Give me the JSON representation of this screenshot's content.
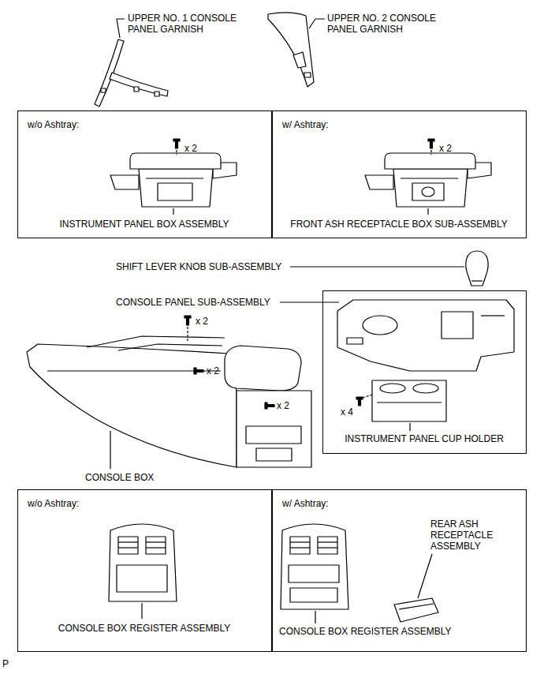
{
  "diagram": {
    "nodes": [
      {
        "text": [
          "w/o Ashtray:",
          "x 2",
          "INSTRUMENT PANEL BOX ASSEMBLY"
        ]
      },
      {
        "text": [
          "w/ Ashtray:",
          "x 2",
          "FRONT ASH RECEPTACLE BOX SUB-ASSEMBLY"
        ]
      },
      {
        "text": [
          "x 4",
          "INSTRUMENT PANEL CUP HOLDER"
        ]
      },
      {
        "text": [
          "w/o Ashtray:",
          "CONSOLE BOX REGISTER ASSEMBLY"
        ]
      },
      {
        "text": [
          "w/ Ashtray:",
          "REAR ASH RECEPTACLE ASSEMBLY",
          "CONSOLE BOX REGISTER ASSEMBLY"
        ]
      }
    ],
    "labels": [
      "UPPER NO. 1 CONSOLE PANEL GARNISH",
      "UPPER NO. 2 CONSOLE PANEL GARNISH",
      "SHIFT LEVER KNOB SUB-ASSEMBLY",
      "CONSOLE PANEL SUB-ASSEMBLY",
      "x 2",
      "x 2",
      "x 2",
      "CONSOLE BOX",
      "P"
    ]
  }
}
